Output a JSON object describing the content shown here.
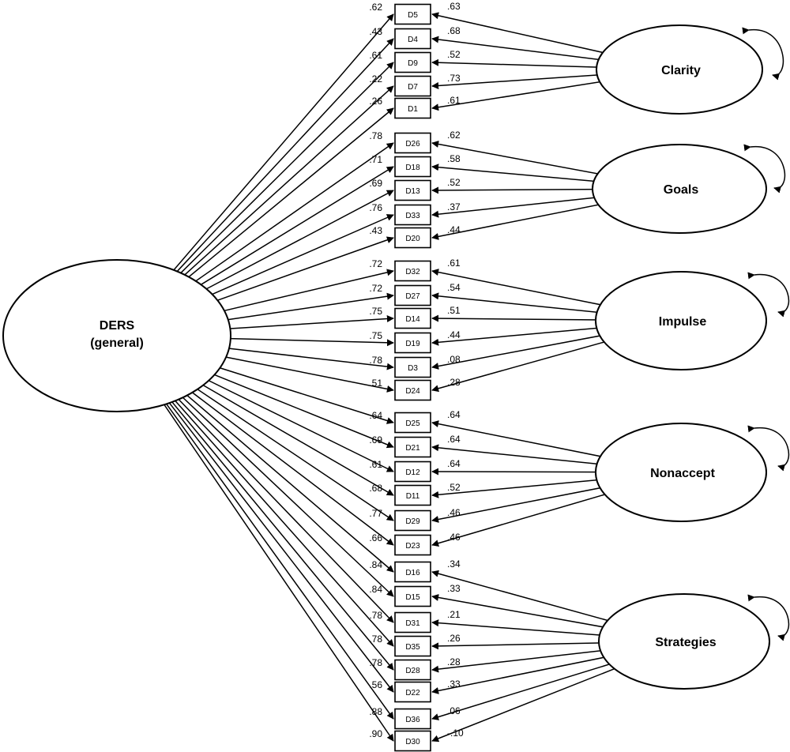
{
  "general_factor": {
    "name": "DERS",
    "subtitle": "(general)",
    "loadings": {
      "D5": ".62",
      "D4": ".43",
      "D9": ".61",
      "D7": ".22",
      "D1": ".26",
      "D26": ".78",
      "D18": ".71",
      "D13": ".69",
      "D33": ".76",
      "D20": ".43",
      "D32": ".72",
      "D27": ".72",
      "D14": ".75",
      "D19": ".75",
      "D3": ".78",
      "D24": ".51",
      "D25": ".64",
      "D21": ".69",
      "D12": ".61",
      "D11": ".68",
      "D29": ".77",
      "D23": ".66",
      "D16": ".84",
      "D15": ".84",
      "D31": ".78",
      "D35": ".78",
      "D28": ".78",
      "D22": ".56",
      "D36": ".88",
      "D30": ".90"
    }
  },
  "specific_factors": [
    {
      "name": "Clarity",
      "indicators": [
        {
          "id": "D5",
          "loading": ".63"
        },
        {
          "id": "D4",
          "loading": ".68"
        },
        {
          "id": "D9",
          "loading": ".52"
        },
        {
          "id": "D7",
          "loading": ".73"
        },
        {
          "id": "D1",
          "loading": ".61"
        }
      ]
    },
    {
      "name": "Goals",
      "indicators": [
        {
          "id": "D26",
          "loading": ".62"
        },
        {
          "id": "D18",
          "loading": ".58"
        },
        {
          "id": "D13",
          "loading": ".52"
        },
        {
          "id": "D33",
          "loading": ".37"
        },
        {
          "id": "D20",
          "loading": ".44"
        }
      ]
    },
    {
      "name": "Impulse",
      "indicators": [
        {
          "id": "D32",
          "loading": ".61"
        },
        {
          "id": "D27",
          "loading": ".54"
        },
        {
          "id": "D14",
          "loading": ".51"
        },
        {
          "id": "D19",
          "loading": ".44"
        },
        {
          "id": "D3",
          "loading": ".08"
        },
        {
          "id": "D24",
          "loading": ".28"
        }
      ]
    },
    {
      "name": "Nonaccept",
      "indicators": [
        {
          "id": "D25",
          "loading": ".64"
        },
        {
          "id": "D21",
          "loading": ".64"
        },
        {
          "id": "D12",
          "loading": ".64"
        },
        {
          "id": "D11",
          "loading": ".52"
        },
        {
          "id": "D29",
          "loading": ".46"
        },
        {
          "id": "D23",
          "loading": ".46"
        }
      ]
    },
    {
      "name": "Strategies",
      "indicators": [
        {
          "id": "D16",
          "loading": ".34"
        },
        {
          "id": "D15",
          "loading": ".33"
        },
        {
          "id": "D31",
          "loading": ".21"
        },
        {
          "id": "D35",
          "loading": ".26"
        },
        {
          "id": "D28",
          "loading": ".28"
        },
        {
          "id": "D22",
          "loading": ".33"
        },
        {
          "id": "D36",
          "loading": ".06"
        },
        {
          "id": "D30",
          "loading": "-.10"
        }
      ]
    }
  ]
}
